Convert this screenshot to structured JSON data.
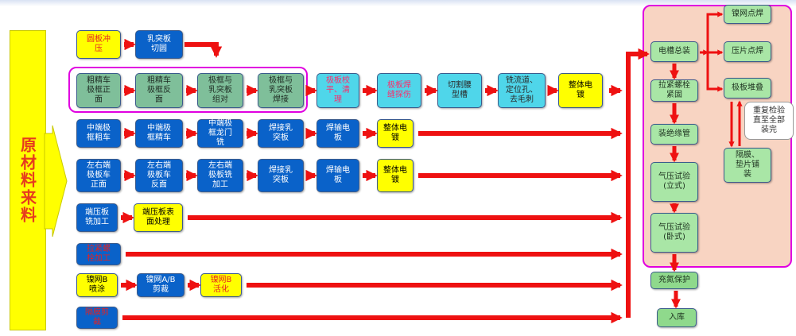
{
  "raw_material": "原材料来料",
  "rows": [
    {
      "id": "r0",
      "boxes": [
        {
          "label": "圆板冲\n压",
          "style": "yellow redtext"
        },
        {
          "label": "乳突板\n切圆",
          "style": "blue"
        }
      ]
    },
    {
      "id": "r1",
      "boxes": [
        {
          "label": "粗精车\n极框正\n面",
          "style": "sage"
        },
        {
          "label": "粗精车\n极框反\n面",
          "style": "sage"
        },
        {
          "label": "极框与\n乳突板\n组对",
          "style": "sage"
        },
        {
          "label": "极框与\n乳突板\n焊接",
          "style": "sage"
        },
        {
          "label": "极板校\n平、清\n理",
          "style": "cyan pinkred"
        },
        {
          "label": "极板焊\n缝探伤",
          "style": "cyan pinkred"
        },
        {
          "label": "切割腰\n型槽",
          "style": "cyan"
        },
        {
          "label": "铣流道、\n定位孔、\n去毛刺",
          "style": "cyan"
        },
        {
          "label": "整体电\n镀",
          "style": "yellow"
        }
      ]
    },
    {
      "id": "r2",
      "boxes": [
        {
          "label": "中端极\n框粗车",
          "style": "blue"
        },
        {
          "label": "中端极\n框精车",
          "style": "blue"
        },
        {
          "label": "中端极\n框龙门\n铣",
          "style": "blue"
        },
        {
          "label": "焊接乳\n突板",
          "style": "blue"
        },
        {
          "label": "焊输电\n板",
          "style": "blue"
        },
        {
          "label": "整体电\n镀",
          "style": "yellow"
        }
      ]
    },
    {
      "id": "r3",
      "boxes": [
        {
          "label": "左右端\n极板车\n正面",
          "style": "blue"
        },
        {
          "label": "左右端\n极板车\n反面",
          "style": "blue"
        },
        {
          "label": "左右端\n极板铣\n加工",
          "style": "blue"
        },
        {
          "label": "焊接乳\n突板",
          "style": "blue"
        },
        {
          "label": "焊输电\n板",
          "style": "blue"
        },
        {
          "label": "整体电\n镀",
          "style": "yellow"
        }
      ]
    },
    {
      "id": "r4",
      "boxes": [
        {
          "label": "端压板\n铣加工",
          "style": "blue"
        },
        {
          "label": "端压板表\n面处理",
          "style": "yellow"
        }
      ]
    },
    {
      "id": "r5",
      "boxes": [
        {
          "label": "拉紧螺\n栓加工",
          "style": "blue redtext"
        }
      ]
    },
    {
      "id": "r6",
      "boxes": [
        {
          "label": "镍网B\n喷涂",
          "style": "yellow"
        },
        {
          "label": "镍网A/B\n剪裁",
          "style": "blue"
        },
        {
          "label": "镍网B\n活化",
          "style": "yellow redtext"
        }
      ]
    },
    {
      "id": "r7",
      "boxes": [
        {
          "label": "隔膜剪\n裁",
          "style": "blue redtext"
        }
      ]
    }
  ],
  "assembly": {
    "main": [
      "电槽总装",
      "拉紧螺栓\n紧固",
      "装绝缘管",
      "气压试验\n(立式)",
      "气压试验\n(卧式)"
    ],
    "side": [
      "镍网点焊",
      "压片点焊",
      "极板堆叠",
      "隔膜、\n垫片铺\n装"
    ],
    "note": "重复检验\n直至全部\n装完",
    "after": [
      "充氮保护",
      "入库"
    ]
  },
  "colors": {
    "arrow": "#ee1111",
    "group_border": "#e000e0",
    "group_fill": "#f8d4c2"
  }
}
